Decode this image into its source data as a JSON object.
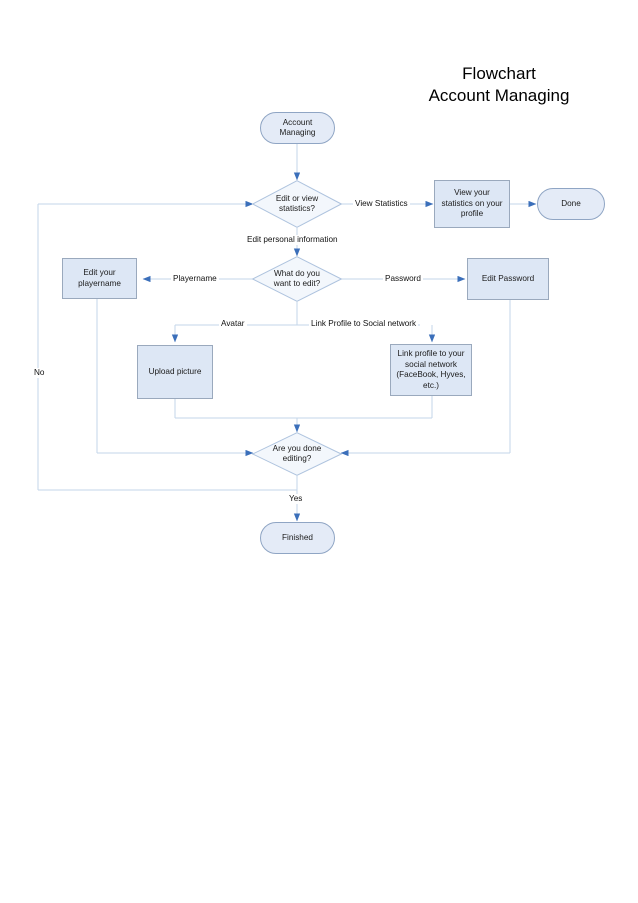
{
  "title": {
    "line1": "Flowchart",
    "line2": "Account Managing"
  },
  "diagram": {
    "type": "flowchart",
    "colors": {
      "terminator_fill": "#e4ebf7",
      "terminator_stroke": "#8fa5c4",
      "process_fill": "#dde7f5",
      "process_stroke": "#9aa9bd",
      "decision_fill": "#f3f7fc",
      "decision_stroke": "#aec3de",
      "connector_line": "#c3d5ea",
      "arrow_head": "#3b6fba",
      "text": "#1b1b1b"
    },
    "nodes": [
      {
        "id": "start",
        "shape": "terminator",
        "label": "Account Managing"
      },
      {
        "id": "d1",
        "shape": "decision",
        "label": "Edit or view statistics?"
      },
      {
        "id": "viewstats",
        "shape": "process",
        "label": "View your statistics on your profile"
      },
      {
        "id": "done",
        "shape": "terminator",
        "label": "Done"
      },
      {
        "id": "d2",
        "shape": "decision",
        "label": "What do you want to edit?"
      },
      {
        "id": "editname",
        "shape": "process",
        "label": "Edit your playername"
      },
      {
        "id": "editpassword",
        "shape": "process",
        "label": "Edit Password"
      },
      {
        "id": "upload",
        "shape": "process",
        "label": "Upload picture"
      },
      {
        "id": "social",
        "shape": "process",
        "label": "Link profile to your social network (FaceBook, Hyves, etc.)"
      },
      {
        "id": "d3",
        "shape": "decision",
        "label": "Are you done editing?"
      },
      {
        "id": "finished",
        "shape": "terminator",
        "label": "Finished"
      }
    ],
    "edge_labels": [
      {
        "id": "e_viewstats",
        "label": "View Statistics"
      },
      {
        "id": "e_editinfo",
        "label": "Edit personal information"
      },
      {
        "id": "e_playername",
        "label": "Playername"
      },
      {
        "id": "e_password",
        "label": "Password"
      },
      {
        "id": "e_avatar",
        "label": "Avatar"
      },
      {
        "id": "e_social",
        "label": "Link Profile to Social network"
      },
      {
        "id": "e_no",
        "label": "No"
      },
      {
        "id": "e_yes",
        "label": "Yes"
      }
    ]
  }
}
